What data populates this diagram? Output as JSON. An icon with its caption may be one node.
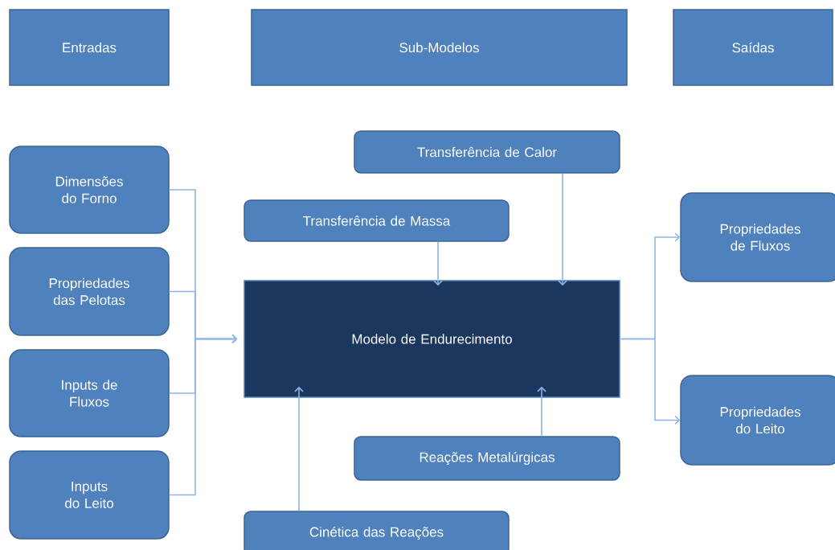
{
  "diagram": {
    "nodes": [
      {
        "text": [
          "Entradas"
        ]
      },
      {
        "text": [
          "Sub-Modelos"
        ]
      },
      {
        "text": [
          "Saídas"
        ]
      },
      {
        "text": [
          "Dimensões do Forno"
        ]
      },
      {
        "text": [
          "Propriedades das Pelotas"
        ]
      },
      {
        "text": [
          "Inputs de Fluxos"
        ]
      },
      {
        "text": [
          "Inputs do Leito"
        ]
      },
      {
        "text": [
          "Transferência de Calor"
        ]
      },
      {
        "text": [
          "Transferência de Massa"
        ]
      },
      {
        "text": [
          "Modelo de Endurecimento"
        ]
      },
      {
        "text": [
          "Propriedades de Fluxos"
        ]
      },
      {
        "text": [
          "Propriedades do Leito"
        ]
      },
      {
        "text": [
          "Reações Metalúrgicas"
        ]
      },
      {
        "text": [
          "Cinética das Reações"
        ]
      }
    ],
    "edges": [
      {
        "from": 3,
        "to": 9,
        "arrow": "to"
      },
      {
        "from": 4,
        "to": 9,
        "arrow": "to"
      },
      {
        "from": 5,
        "to": 9,
        "arrow": "to"
      },
      {
        "from": 6,
        "to": 9,
        "arrow": "to"
      },
      {
        "from": 9,
        "to": 10,
        "arrow": "to"
      },
      {
        "from": 9,
        "to": 11,
        "arrow": "to"
      },
      {
        "from": 7,
        "to": 9,
        "arrow": "to"
      },
      {
        "from": 8,
        "to": 9,
        "arrow": "to"
      },
      {
        "from": 12,
        "to": 9,
        "arrow": "to"
      },
      {
        "from": 13,
        "to": 9,
        "arrow": "to"
      }
    ]
  }
}
